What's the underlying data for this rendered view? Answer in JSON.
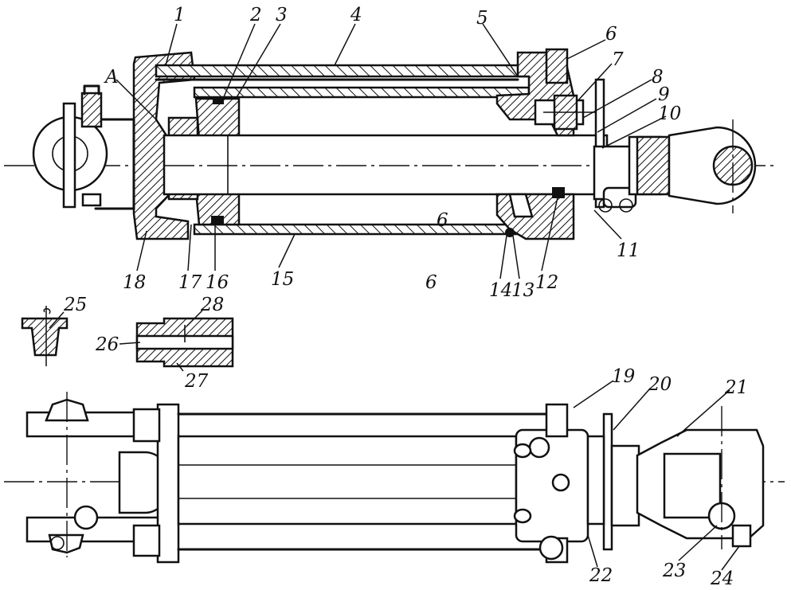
{
  "callouts": [
    "1",
    "2",
    "3",
    "4",
    "5",
    "6",
    "7",
    "8",
    "9",
    "10",
    "11",
    "12",
    "13",
    "14",
    "15",
    "16",
    "17",
    "18",
    "19",
    "20",
    "21",
    "22",
    "23",
    "24",
    "25",
    "26",
    "27",
    "28"
  ],
  "callout_6_second": "6",
  "callout_6_third": "6",
  "view_letter": "A"
}
